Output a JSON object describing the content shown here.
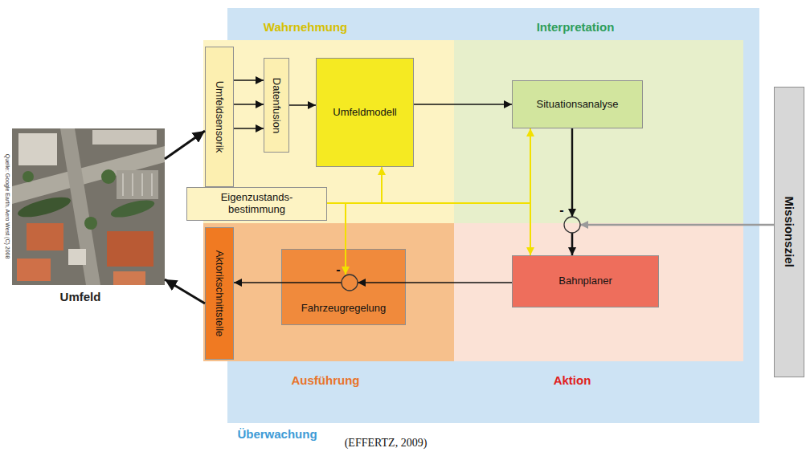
{
  "diagram": {
    "caption": "(EFFERTZ, 2009)",
    "nodes": [
      {
        "text": [
          "Überwachung"
        ]
      },
      {
        "text": [
          "Wahrnehmung"
        ],
        "in": 0
      },
      {
        "text": [
          "Interpretation"
        ],
        "in": 0
      },
      {
        "text": [
          "Ausführung"
        ],
        "in": 0
      },
      {
        "text": [
          "Aktion"
        ],
        "in": 0
      },
      {
        "text": [
          "Umfeldsensorik"
        ],
        "in": 1
      },
      {
        "text": [
          "Datenfusion"
        ],
        "in": 1
      },
      {
        "text": [
          "Umfeldmodell"
        ],
        "in": 1
      },
      {
        "text": [
          "Eigenzustands- bestimmung"
        ],
        "in": 1
      },
      {
        "text": [
          "Situationsanalyse"
        ],
        "in": 2
      },
      {
        "text": [
          "Aktorikschnittstelle"
        ],
        "in": 3
      },
      {
        "text": [
          "Fahrzeugregelung"
        ],
        "in": 3
      },
      {
        "text": [
          "Bahnplaner"
        ],
        "in": 4
      },
      {
        "text": [
          "Missionsziel"
        ]
      },
      {
        "text": [
          "Umfeld"
        ]
      }
    ],
    "edges": [
      {
        "from": 14,
        "to": 5,
        "arrow": "to"
      },
      {
        "from": 5,
        "to": 6,
        "arrow": "to"
      },
      {
        "from": 6,
        "to": 7,
        "arrow": "to"
      },
      {
        "from": 7,
        "to": 9,
        "arrow": "to"
      },
      {
        "from": 13,
        "to": 12,
        "arrow": "to"
      },
      {
        "from": 9,
        "to": 12,
        "arrow": "to"
      },
      {
        "from": 12,
        "to": 11,
        "arrow": "to"
      },
      {
        "from": 11,
        "to": 10,
        "arrow": "to"
      },
      {
        "from": 10,
        "to": 14,
        "arrow": "to"
      },
      {
        "from": 8,
        "to": 7,
        "arrow": "to"
      },
      {
        "from": 8,
        "to": 9,
        "arrow": "to"
      },
      {
        "from": 8,
        "to": 12,
        "arrow": "to"
      },
      {
        "from": 8,
        "to": 11,
        "arrow": "to"
      }
    ],
    "labels": [
      "Quelle: Google Earth, Aero West (C) 2008",
      "-",
      "-"
    ]
  }
}
